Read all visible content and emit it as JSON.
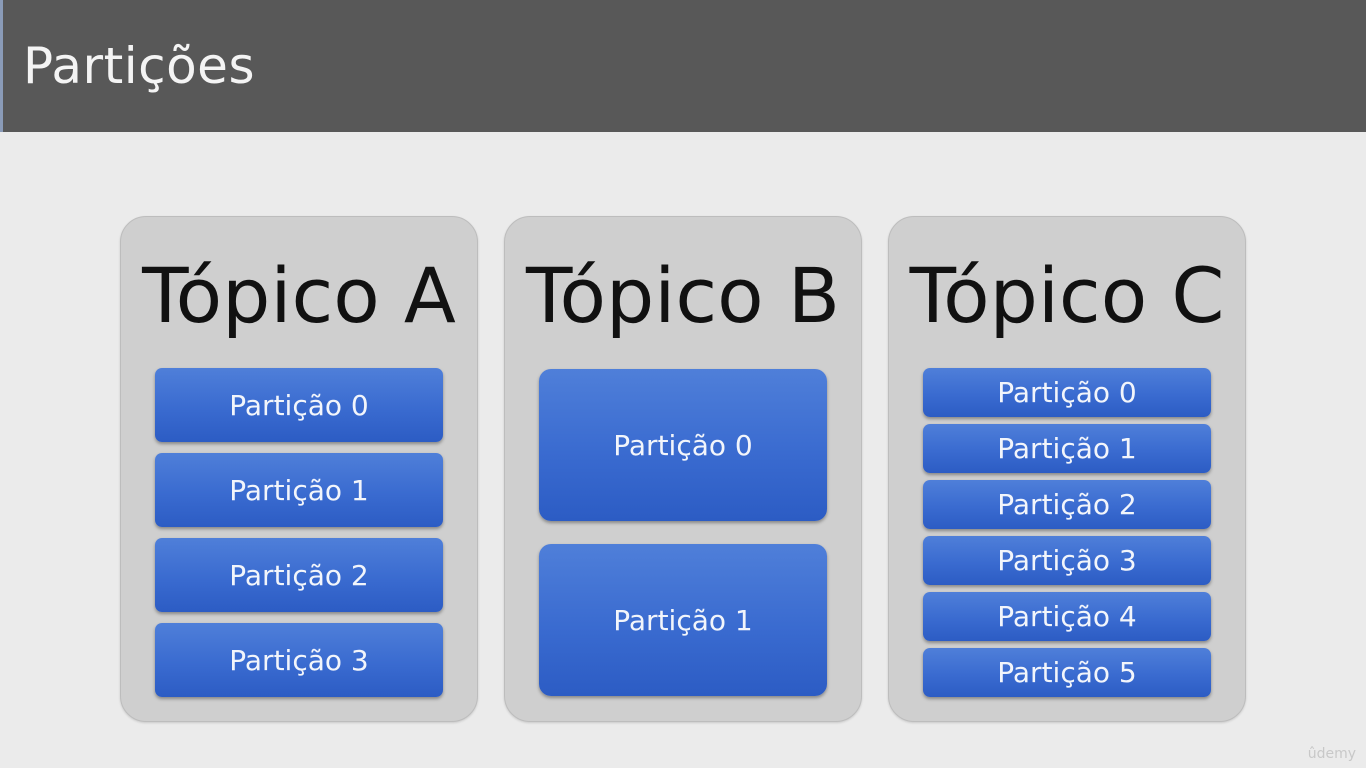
{
  "header": {
    "title": "Partições"
  },
  "topics": [
    {
      "title": "Tópico A",
      "partitions": [
        "Partição 0",
        "Partição 1",
        "Partição 2",
        "Partição 3"
      ]
    },
    {
      "title": "Tópico B",
      "partitions": [
        "Partição 0",
        "Partição 1"
      ]
    },
    {
      "title": "Tópico C",
      "partitions": [
        "Partição 0",
        "Partição 1",
        "Partição 2",
        "Partição 3",
        "Partição 4",
        "Partição 5"
      ]
    }
  ],
  "colors": {
    "header_bg": "#585858",
    "page_bg": "#ebebeb",
    "topic_bg": "#cfcfcf",
    "partition_blue": "#3a6bd0"
  },
  "watermark": "ûdemy"
}
